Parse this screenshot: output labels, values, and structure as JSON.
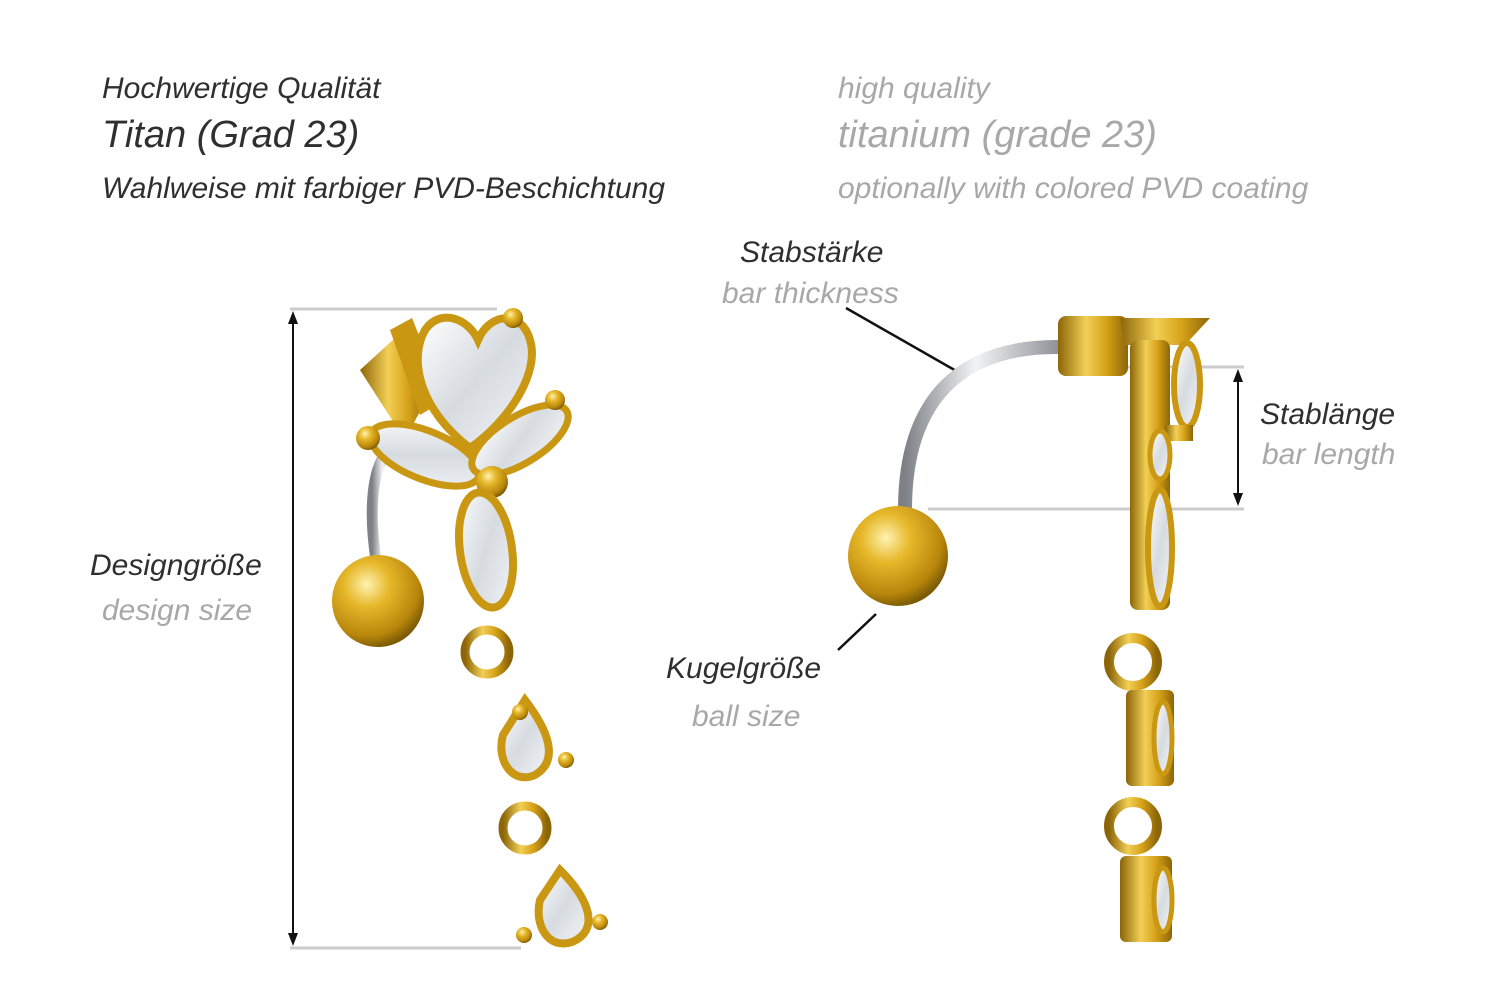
{
  "header": {
    "de": {
      "quality": "Hochwertige Qualität",
      "material": "Titan (Grad 23)",
      "coating": "Wahlweise mit farbiger PVD-Beschichtung"
    },
    "en": {
      "quality": "high quality",
      "material": "titanium (grade 23)",
      "coating": "optionally with colored PVD coating"
    }
  },
  "labels": {
    "design_size": {
      "de": "Designgröße",
      "en": "design size"
    },
    "bar_thickness": {
      "de": "Stabstärke",
      "en": "bar thickness"
    },
    "bar_length": {
      "de": "Stablänge",
      "en": "bar length"
    },
    "ball_size": {
      "de": "Kugelgröße",
      "en": "ball size"
    }
  },
  "colors": {
    "gold": "#d4a017",
    "gold_dark": "#9a7008",
    "steel": "#b8bcc0",
    "crystal": "#e8ecef",
    "guide_line": "#cccccc"
  }
}
